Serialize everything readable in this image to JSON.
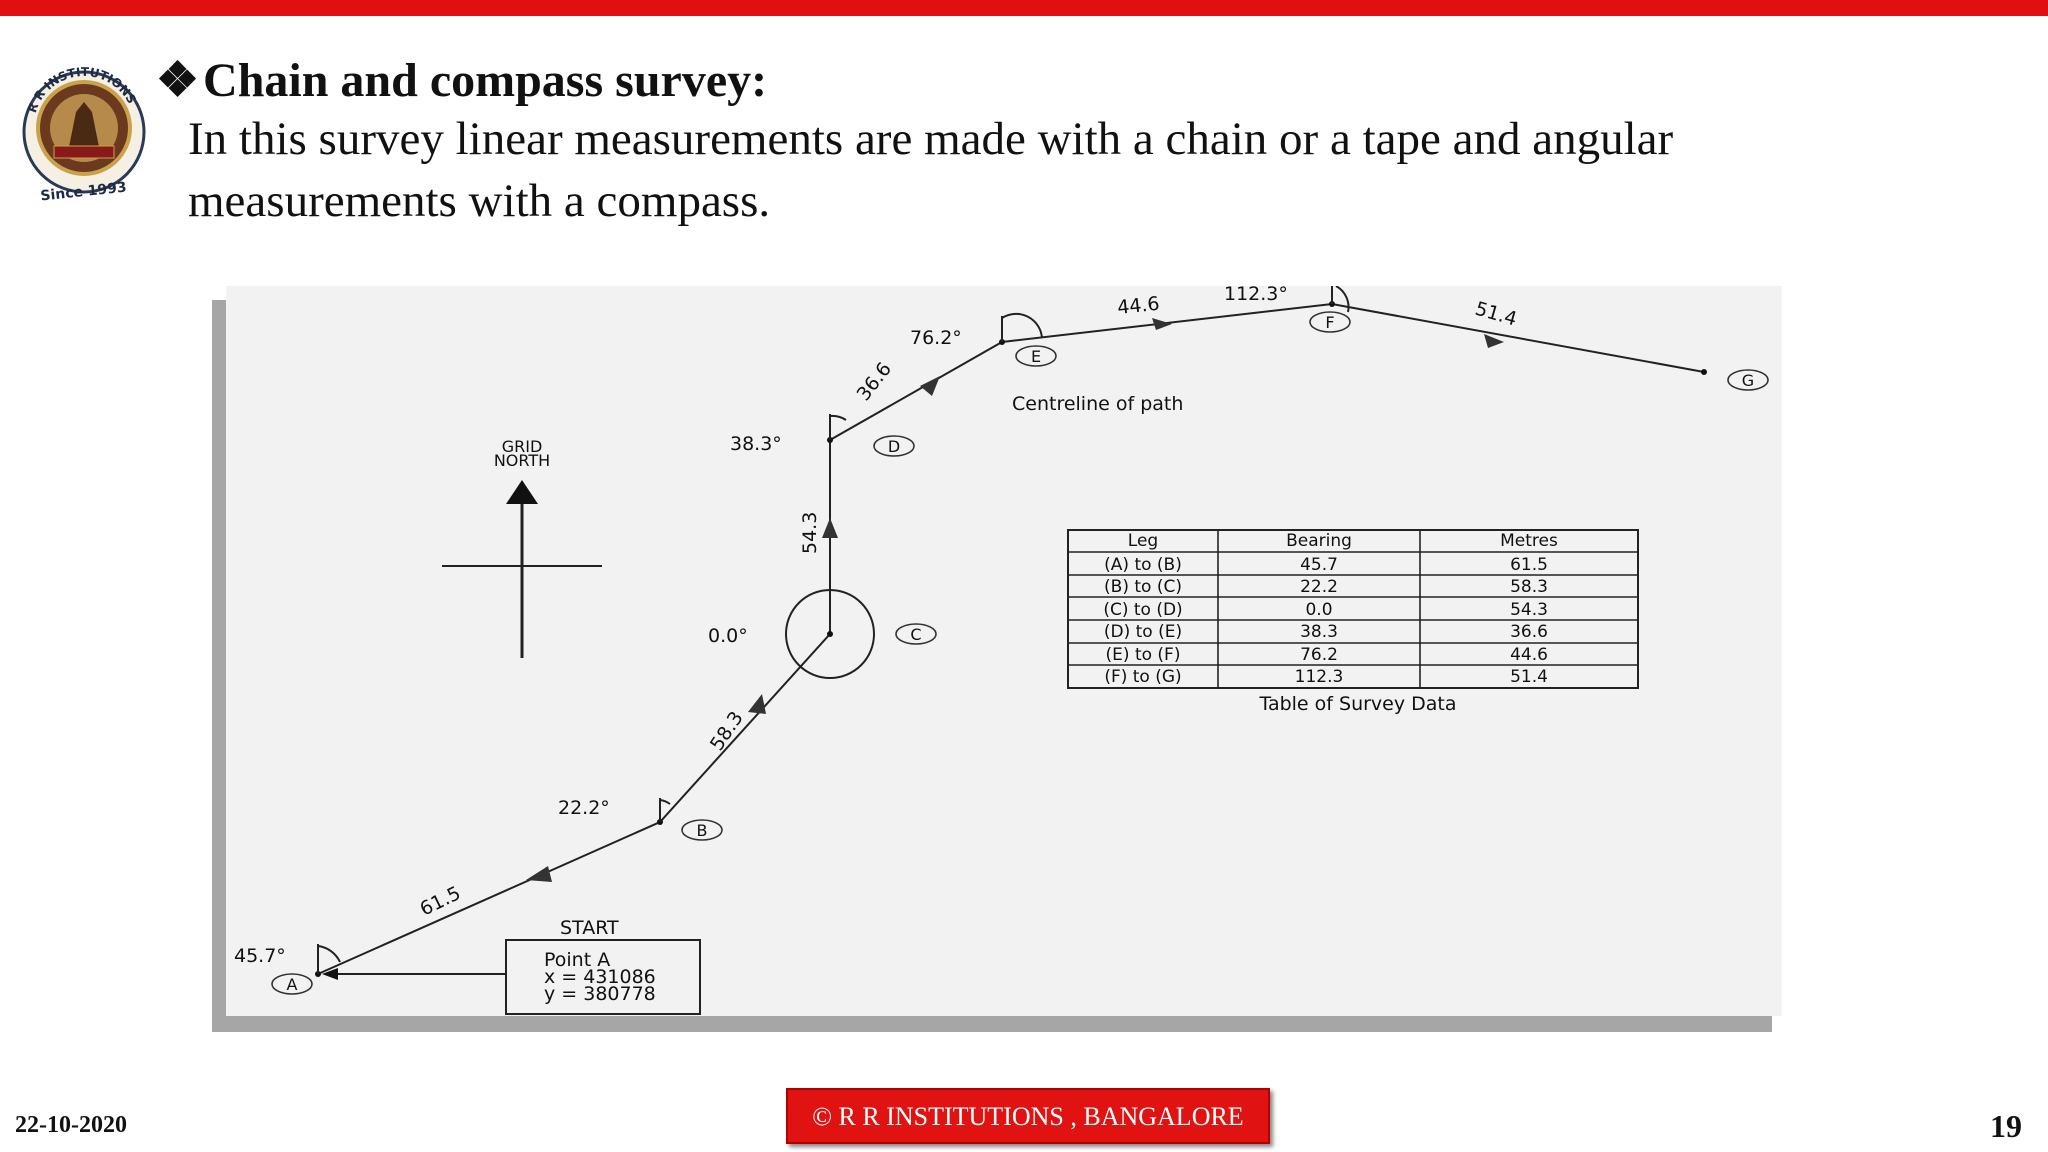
{
  "slide": {
    "title": "Chain and compass survey:",
    "title_bullet": "❖",
    "body": "In this survey linear measurements are made with a chain or a tape and angular measurements with a compass.",
    "date": "22-10-2020",
    "page_number": "19",
    "footer": "© R R INSTITUTIONS , BANGALORE"
  },
  "logo": {
    "top_text": "R R INSTITUTIONS",
    "bottom_text": "Since 1993"
  },
  "figure": {
    "grid_north_line1": "GRID",
    "grid_north_line2": "NORTH",
    "centreline_label": "Centreline of path",
    "start_label": "START",
    "start_box": {
      "line1": "Point A",
      "line2": "x = 431086",
      "line3": "y = 380778"
    },
    "points": [
      {
        "name": "A",
        "angle": "45.7°"
      },
      {
        "name": "B",
        "angle": "22.2°"
      },
      {
        "name": "C",
        "angle": "0.0°"
      },
      {
        "name": "D",
        "angle": "38.3°"
      },
      {
        "name": "E",
        "angle": "76.2°"
      },
      {
        "name": "F",
        "angle": "112.3°"
      },
      {
        "name": "G",
        "angle": ""
      }
    ],
    "leg_lengths": [
      "61.5",
      "58.3",
      "54.3",
      "36.6",
      "44.6",
      "51.4"
    ],
    "table": {
      "caption": "Table of Survey Data",
      "headers": [
        "Leg",
        "Bearing",
        "Metres"
      ],
      "rows": [
        [
          "(A) to (B)",
          "45.7",
          "61.5"
        ],
        [
          "(B) to (C)",
          "22.2",
          "58.3"
        ],
        [
          "(C) to (D)",
          "0.0",
          "54.3"
        ],
        [
          "(D) to (E)",
          "38.3",
          "36.6"
        ],
        [
          "(E) to (F)",
          "76.2",
          "44.6"
        ],
        [
          "(F) to (G)",
          "112.3",
          "51.4"
        ]
      ]
    }
  },
  "colors": {
    "accent": "#e01010",
    "footer_bg": "#e01212"
  }
}
